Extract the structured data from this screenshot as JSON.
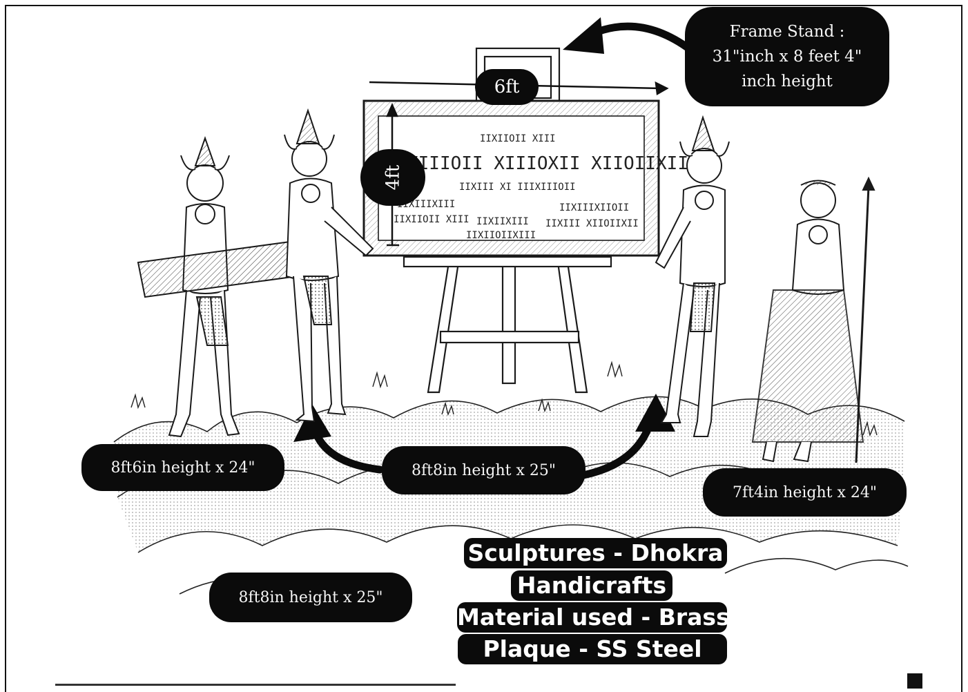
{
  "labels": {
    "frame_stand": {
      "line1": "Frame Stand :",
      "line2": "31\"inch x 8 feet 4\"",
      "line3": "inch height"
    },
    "width_dim": "6ft",
    "height_dim": "4ft",
    "left_figure": "8ft6in height x 24\"",
    "center_figures": "8ft8in height x 25\"",
    "right_figure": "7ft4in height x 24\"",
    "lower_left": "8ft8in height x 25\""
  },
  "info": {
    "line1": "Sculptures - Dhokra",
    "line2": "Handicrafts",
    "line3": "Material used - Brass",
    "line4": "Plaque - SS Steel"
  },
  "colors": {
    "label_bg": "#0b0b0b",
    "label_text": "#f6f6f6",
    "ink": "#1a1a1a"
  }
}
